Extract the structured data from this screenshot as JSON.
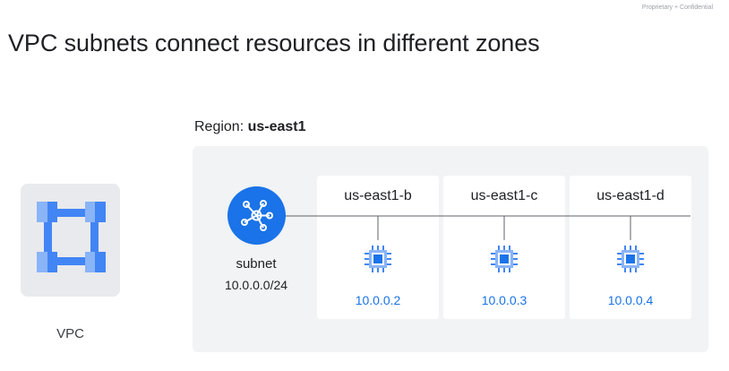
{
  "header": {
    "confidentiality": "Proprietary + Confidential",
    "title": "VPC subnets connect resources in different zones"
  },
  "vpc": {
    "label": "VPC",
    "icon": "vpc-network-icon"
  },
  "region": {
    "prefix": "Region: ",
    "name": "us-east1"
  },
  "subnet": {
    "label": "subnet",
    "cidr": "10.0.0.0/24",
    "icon": "subnet-hub-icon"
  },
  "zones": [
    {
      "name": "us-east1-b",
      "ip": "10.0.0.2",
      "icon": "compute-chip-icon"
    },
    {
      "name": "us-east1-c",
      "ip": "10.0.0.3",
      "icon": "compute-chip-icon"
    },
    {
      "name": "us-east1-d",
      "ip": "10.0.0.4",
      "icon": "compute-chip-icon"
    }
  ],
  "colors": {
    "accent_blue": "#1a73e8",
    "light_blue": "#8ab4f8",
    "mid_blue": "#4285f4",
    "region_background": "#f1f3f4",
    "vpc_card_background": "#e8eaed",
    "line": "#5f6368"
  }
}
